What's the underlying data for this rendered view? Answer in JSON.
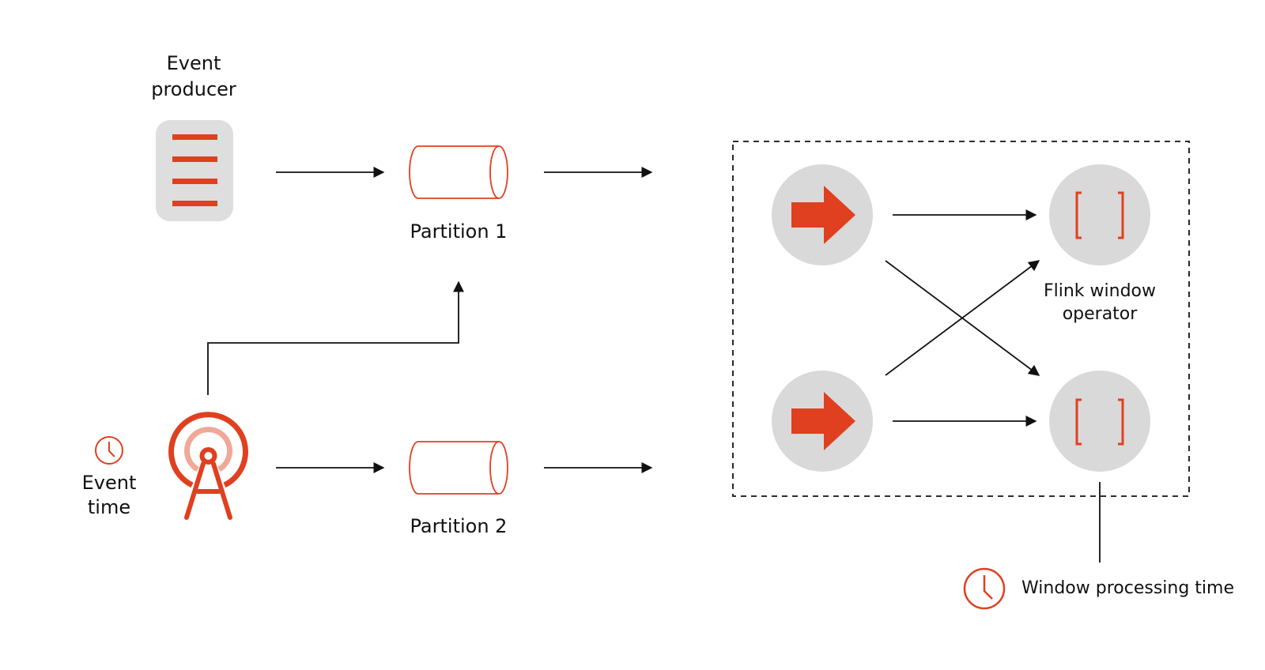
{
  "labels": {
    "event_producer": [
      "Event",
      "producer"
    ],
    "partition_1": "Partition 1",
    "partition_2": "Partition 2",
    "event_time": [
      "Event",
      "time"
    ],
    "flink_window_operator": [
      "Flink window",
      "operator"
    ],
    "window_processing_time": "Window processing time"
  },
  "colors": {
    "accent": "#e0401f",
    "accent_light": "#f0a898",
    "circle_fill": "#d9d9d9",
    "producer_bg": "#dedede",
    "line": "#111111"
  },
  "icons": {
    "producer": "server-rack-icon",
    "event_source": "radio-tower-icon",
    "event_time": "clock-icon",
    "partition": "cylinder-queue-icon",
    "source_operator": "right-arrow-icon",
    "window_operator": "bracket-window-icon",
    "processing_time": "clock-icon"
  }
}
